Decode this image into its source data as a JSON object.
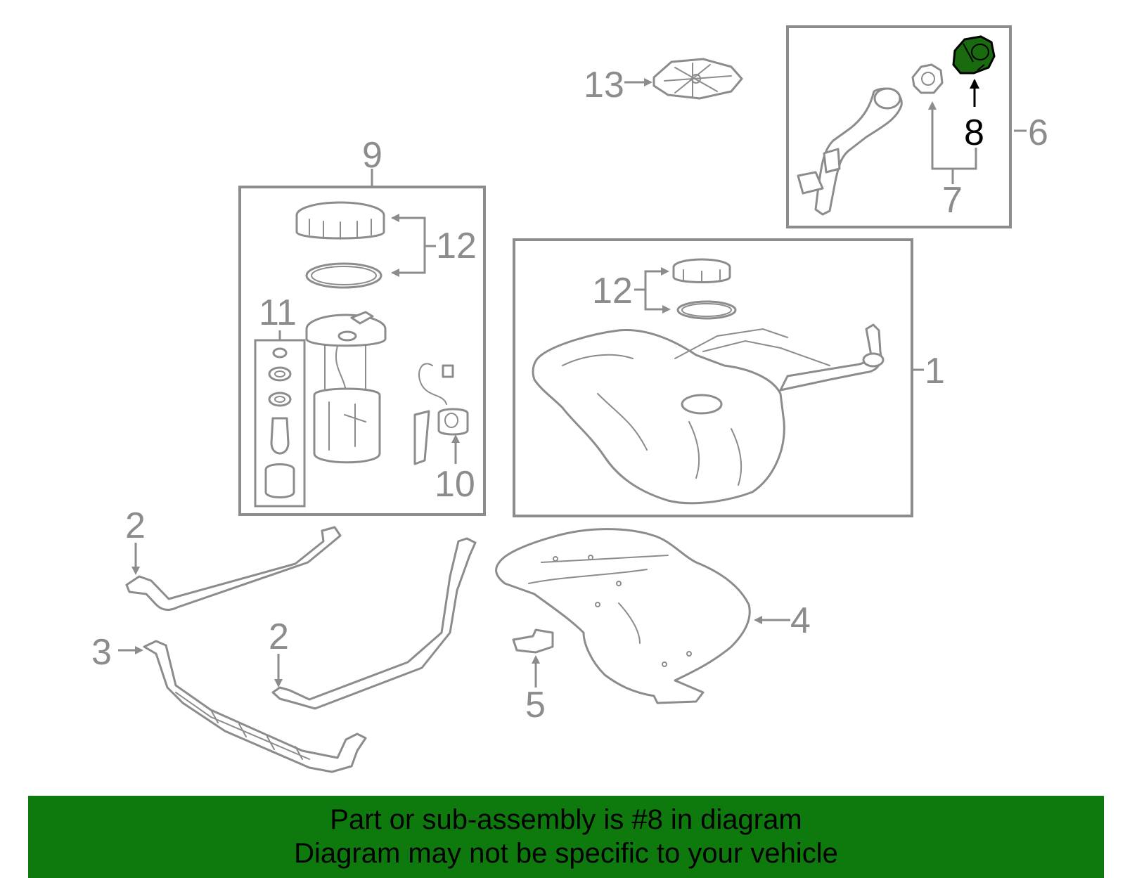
{
  "diagram": {
    "highlight_color": "#1a6b10",
    "callouts": {
      "c1": "1",
      "c2a": "2",
      "c2b": "2",
      "c3": "3",
      "c4": "4",
      "c5": "5",
      "c6": "6",
      "c7": "7",
      "c8": "8",
      "c9": "9",
      "c10": "10",
      "c11": "11",
      "c12a": "12",
      "c12b": "12",
      "c13": "13"
    }
  },
  "banner": {
    "line1": "Part or sub-assembly is #8 in diagram",
    "line2": "Diagram may not be specific to your vehicle",
    "background": "#0e7a0d"
  }
}
